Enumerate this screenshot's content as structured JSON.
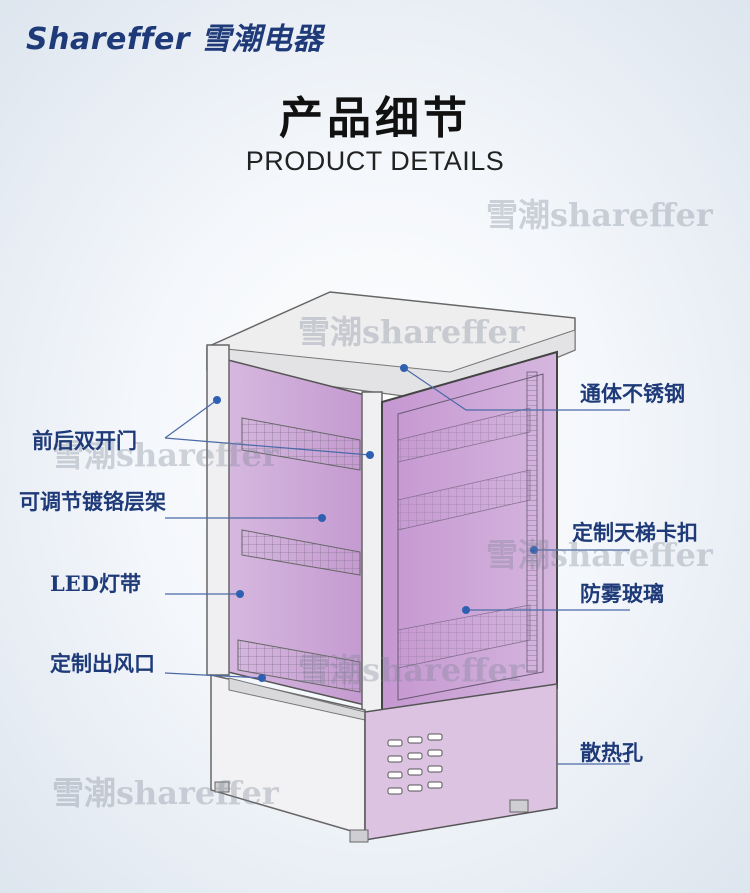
{
  "header": {
    "brand": "Shareffer 雪潮电器",
    "title_cn": "产品细节",
    "title_en": "PRODUCT DETAILS"
  },
  "watermark_text": "雪潮shareffer",
  "labels": {
    "left": [
      "前后双开门",
      "可调节镀铬层架",
      "LED灯带",
      "定制出风口"
    ],
    "right": [
      "通体不锈钢",
      "定制天梯卡扣",
      "防雾玻璃",
      "散热孔"
    ]
  },
  "colors": {
    "label_blue": "#1e3a78",
    "glass_tint": "#c9a3d3",
    "base_tint": "#dcc3e2",
    "marker_blue": "#2f5fb0"
  }
}
